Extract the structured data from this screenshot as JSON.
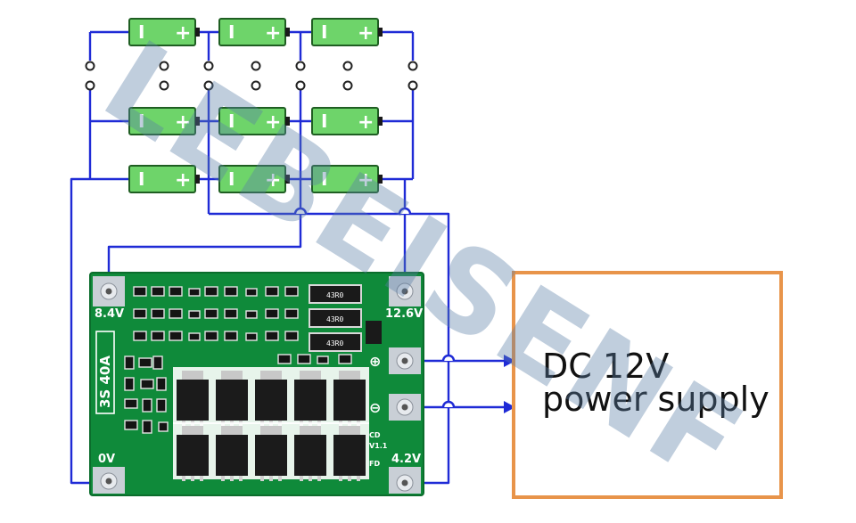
{
  "watermark": {
    "text": "LEBEISENF"
  },
  "batteries": {
    "rows": 3,
    "columns": 3,
    "negative_symbol": "I",
    "positive_symbol": "+",
    "cell_color": "#6ed46a",
    "cell_border": "#1f5e22"
  },
  "board": {
    "color": "#0f8a3a",
    "rating_label": "3S 40A",
    "pad_labels": {
      "p84": "8.4V",
      "p126": "12.6V",
      "p0": "0V",
      "p42": "4.2V"
    },
    "terminal_symbols": {
      "plus": "⊕",
      "minus": "⊖"
    },
    "resistor_label": "43R0",
    "silk_cd": "CD",
    "silk_fd": "FD",
    "silk_v": "V1.1"
  },
  "power_supply": {
    "line1": "DC 12V",
    "line2": "power supply",
    "border_color": "#e8944a"
  },
  "colors": {
    "wire": "#1f2bd6"
  }
}
